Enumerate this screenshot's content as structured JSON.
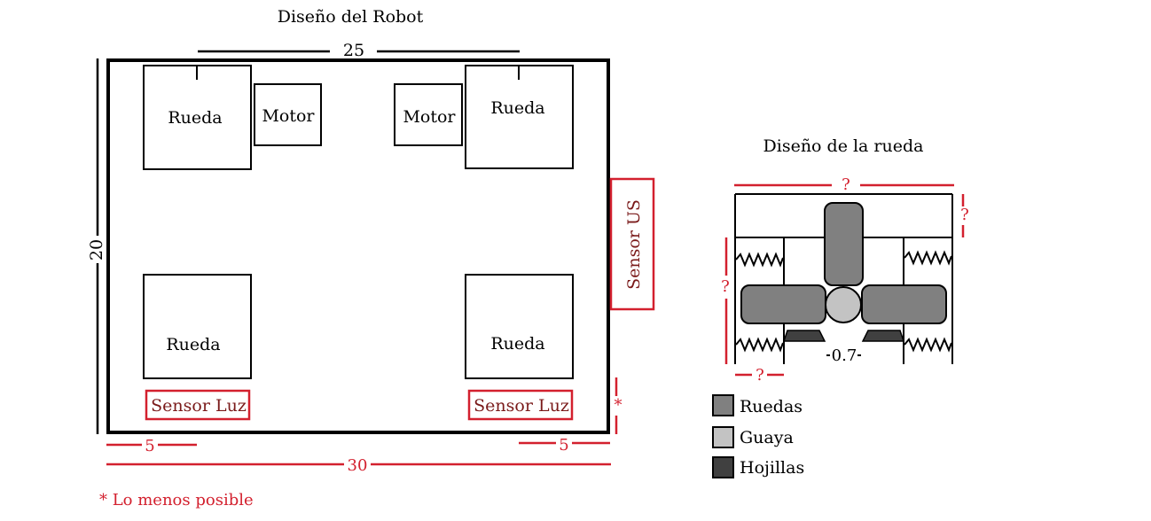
{
  "robot": {
    "title": "Diseño del Robot",
    "wheels": [
      "Rueda",
      "Rueda",
      "Rueda",
      "Rueda"
    ],
    "motors": [
      "Motor",
      "Motor"
    ],
    "sensor_us": "Sensor US",
    "sensor_luz": [
      "Sensor Luz",
      "Sensor Luz"
    ],
    "dim_top": "25",
    "dim_left": "20",
    "dim_bottom": "30",
    "dim_bottom_left": "5",
    "dim_bottom_right": "5",
    "dim_star": "*",
    "footnote": "* Lo menos posible"
  },
  "wheel_design": {
    "title": "Diseño de la rueda",
    "dim_top": "?",
    "dim_right": "?",
    "dim_left": "?",
    "dim_bottom_left": "?",
    "dim_gap": "0.7"
  },
  "legend": {
    "items": [
      {
        "label": "Ruedas",
        "color": "#808080"
      },
      {
        "label": "Guaya",
        "color": "#c3c3c3"
      },
      {
        "label": "Hojillas",
        "color": "#404040"
      }
    ]
  },
  "colors": {
    "accent_red": "#d3202e",
    "dark_red_text": "#7a1a1a",
    "outline": "#000000"
  }
}
